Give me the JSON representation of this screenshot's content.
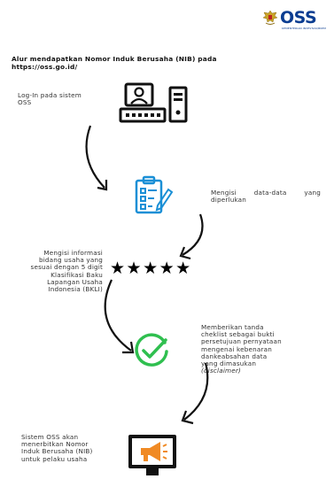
{
  "header": {
    "logo_text": "OSS",
    "logo_subtext": "KEMENTERIAN INVESTASI/BKPM"
  },
  "title": {
    "line1": "Alur mendapatkan Nomor Induk Berusaha (NIB) pada",
    "line2": "https://oss.go.id/"
  },
  "steps": {
    "s1": {
      "line1": "Log-In pada sistem",
      "line2": "OSS",
      "icon": "computer-user-icon"
    },
    "s2": {
      "w1": "Mengisi",
      "w2": "data-data",
      "w3": "yang",
      "line2": "diperlukan",
      "icon": "clipboard-form-icon"
    },
    "s3": {
      "lines": [
        "Mengisi informasi",
        "bidang usaha yang",
        "sesuai dengan 5 digit",
        "Klasifikasi Baku",
        "Lapangan Usaha",
        "Indonesia (BKLI)"
      ],
      "stars": "★★★★★",
      "icon": "five-stars-icon"
    },
    "s4": {
      "lines": [
        "Memberikan tanda",
        "cheklist sebagai bukti",
        "persetujuan pernyataan",
        "mengenai kebenaran",
        "dankeabsahan data",
        "yang dimasukan"
      ],
      "italic": "(disclaimer)",
      "icon": "checkmark-circle-icon"
    },
    "s5": {
      "lines": [
        "Sistem OSS akan",
        "menerbitkan Nomor",
        "Induk Berusaha (NIB)",
        "untuk pelaku usaha"
      ],
      "icon": "monitor-megaphone-icon"
    }
  },
  "colors": {
    "blue": "#1a8fd6",
    "green": "#2fbf4f",
    "orange": "#f08a24",
    "brand_blue": "#0b3d91"
  }
}
